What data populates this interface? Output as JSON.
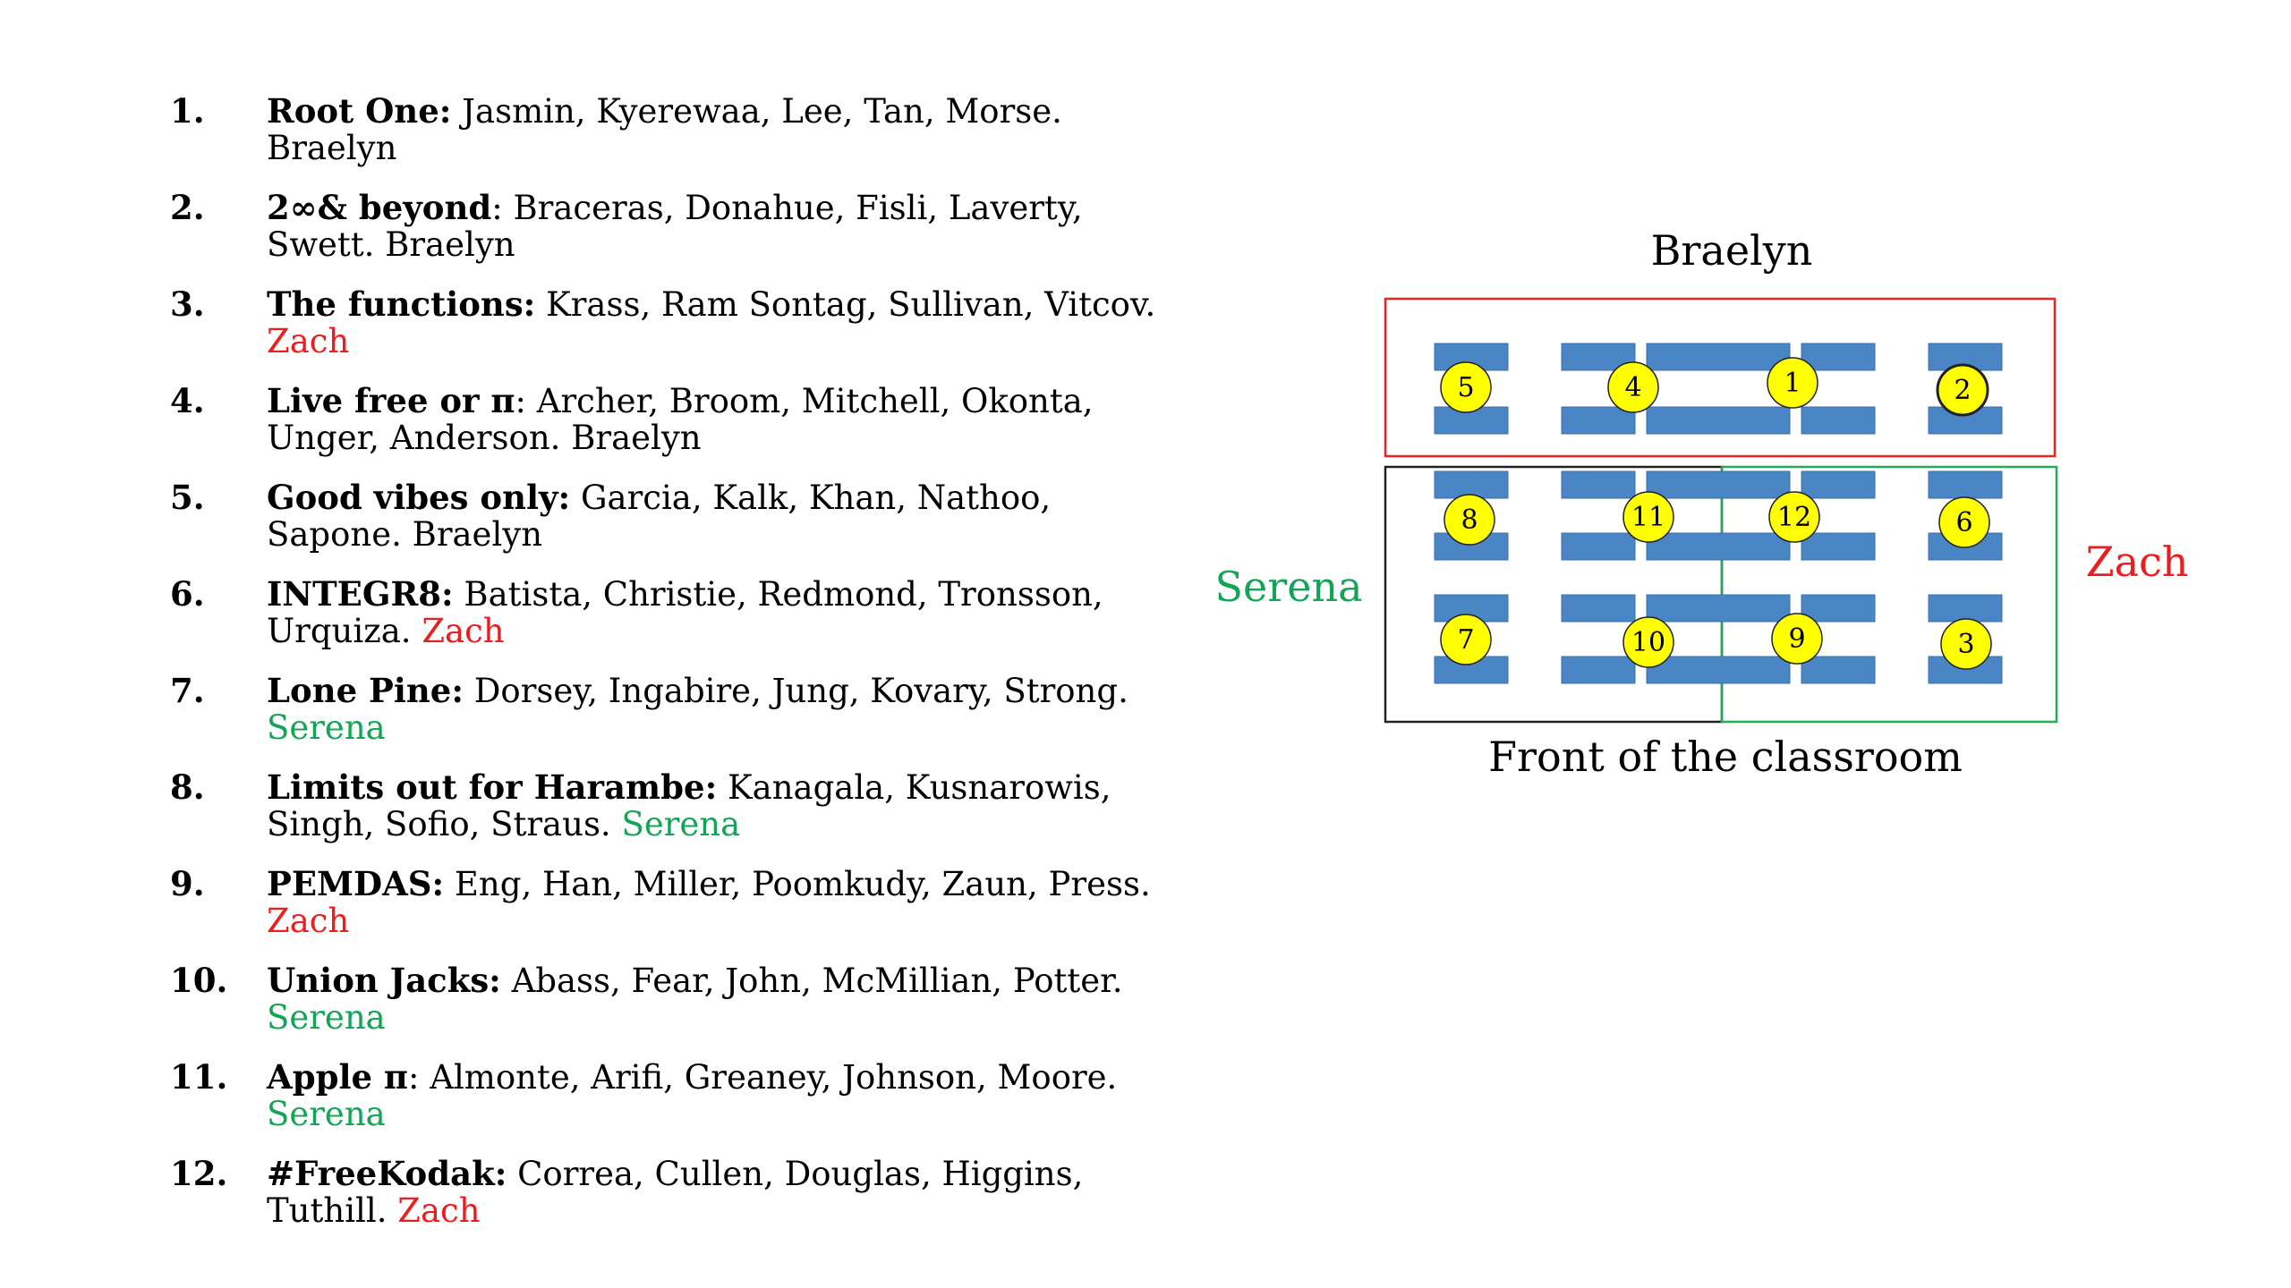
{
  "colors": {
    "braelyn": "#000000",
    "zach": "#ee1c1c",
    "serena": "#14a455",
    "desk": "#4a86c5",
    "desk_stroke": "#3b6fa8",
    "marker_fill": "#ffff00",
    "braelyn_zone": "#ee2222",
    "serena_zone": "#222222",
    "zach_zone": "#22aa55"
  },
  "groups": [
    {
      "num": "1.",
      "name": "Root One:",
      "members": " Jasmin, Kyerewaa, Lee, Tan, Morse.",
      "sep": " ",
      "mentor": "Braelyn",
      "mentor_key": "braelyn"
    },
    {
      "num": "2.",
      "name": "2∞& beyond",
      "members": ": Braceras, Donahue, Fisli, Laverty, Swett.",
      "sep": " ",
      "mentor": "Braelyn",
      "mentor_key": "braelyn"
    },
    {
      "num": "3.",
      "name": "The functions:",
      "members": " Krass, Ram Sontag, Sullivan, Vitcov.",
      "sep": " ",
      "mentor": "Zach",
      "mentor_key": "zach"
    },
    {
      "num": "4.",
      "name": "Live free or π",
      "members": ": Archer, Broom, Mitchell, Okonta, Unger, Anderson.",
      "sep": " ",
      "mentor": "Braelyn",
      "mentor_key": "braelyn"
    },
    {
      "num": "5.",
      "name": "Good vibes only:",
      "members": " Garcia, Kalk, Khan, Nathoo, Sapone.",
      "sep": " ",
      "mentor": "Braelyn",
      "mentor_key": "braelyn"
    },
    {
      "num": "6.",
      "name": "INTEGR8:",
      "members": " Batista, Christie, Redmond, Tronsson, Urquiza.",
      "sep": " ",
      "mentor": "Zach",
      "mentor_key": "zach"
    },
    {
      "num": "7.",
      "name": "Lone Pine:",
      "members": " Dorsey, Ingabire, Jung, Kovary, Strong.",
      "sep": " ",
      "mentor": "Serena",
      "mentor_key": "serena"
    },
    {
      "num": "8.",
      "name": "Limits out for Harambe:",
      "members": " Kanagala, Kusnarowis, Singh, Sofio, Straus.",
      "sep": " ",
      "mentor": "Serena",
      "mentor_key": "serena"
    },
    {
      "num": "9.",
      "name": "PEMDAS:",
      "members": "  Eng, Han, Miller, Poomkudy, Zaun, Press.",
      "sep": " ",
      "mentor": "Zach",
      "mentor_key": "zach"
    },
    {
      "num": "10.",
      "name": "Union Jacks:",
      "members": " Abass, Fear, John, McMillian, Potter.",
      "sep": " ",
      "mentor": "Serena",
      "mentor_key": "serena"
    },
    {
      "num": "11.",
      "name": "Apple π",
      "members": ": Almonte, Arifi, Greaney, Johnson, Moore.",
      "sep": " ",
      "mentor": "Serena",
      "mentor_key": "serena"
    },
    {
      "num": "12.",
      "name": "#FreeKodak:",
      "members": " Correa, Cullen, Douglas, Higgins, Tuthill.",
      "sep": " ",
      "mentor": "Zach",
      "mentor_key": "zach"
    }
  ],
  "diagram": {
    "top_label": "Braelyn",
    "left_label": "Serena",
    "right_label": "Zach",
    "bottom_label": "Front of the classroom",
    "markers": [
      "5",
      "4",
      "1",
      "2",
      "8",
      "11",
      "12",
      "6",
      "7",
      "10",
      "9",
      "3"
    ]
  }
}
